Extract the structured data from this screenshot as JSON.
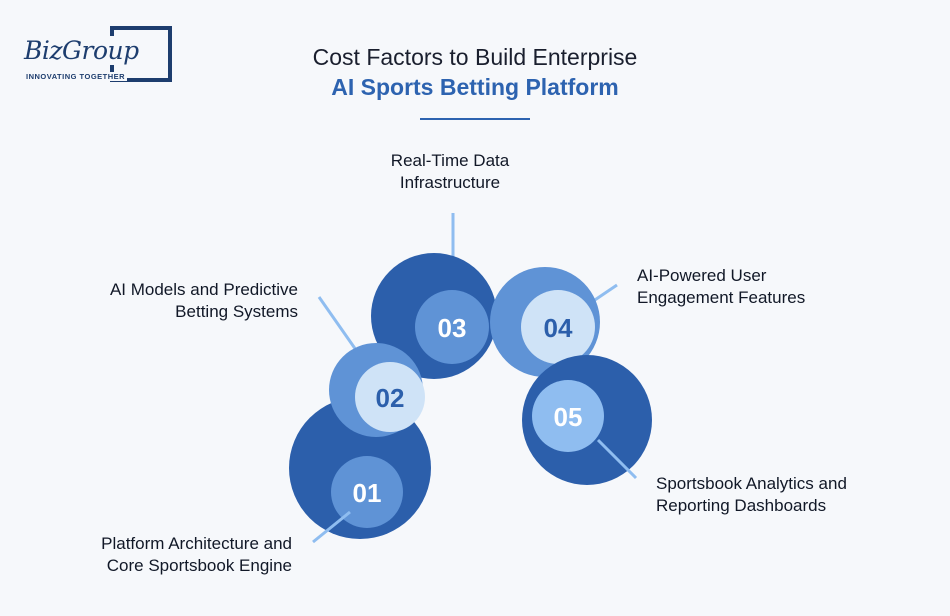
{
  "logo": {
    "name": "BizGroup",
    "tagline": "INNOVATING TOGETHER"
  },
  "title": {
    "line1": "Cost Factors to Build Enterprise",
    "line2": "AI Sports Betting Platform"
  },
  "colors": {
    "dark_blue": "#2c5fab",
    "mid_blue": "#5f93d6",
    "light_blue": "#cfe3f7",
    "inner_blue": "#8fbdf0",
    "title_accent": "#2d63b0"
  },
  "steps": [
    {
      "number": "01",
      "label_lines": [
        "Platform Architecture and",
        "Core Sportsbook Engine"
      ]
    },
    {
      "number": "02",
      "label_lines": [
        "AI Models and Predictive",
        "Betting Systems"
      ]
    },
    {
      "number": "03",
      "label_lines": [
        "Real-Time Data",
        "Infrastructure"
      ]
    },
    {
      "number": "04",
      "label_lines": [
        "AI-Powered User",
        "Engagement Features"
      ]
    },
    {
      "number": "05",
      "label_lines": [
        "Sportsbook Analytics and",
        "Reporting Dashboards"
      ]
    }
  ]
}
